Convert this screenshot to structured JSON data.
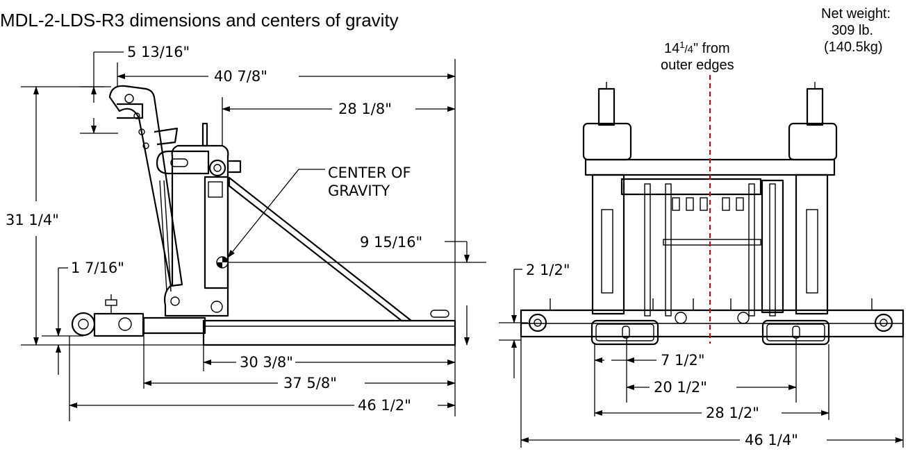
{
  "title": "MDL-2-LDS-R3 dimensions and centers of gravity",
  "net_weight": {
    "line1": "Net weight:",
    "line2": "309 lb.",
    "line3": "(140.5kg)"
  },
  "cg_note": {
    "main": "14",
    "sup": "1",
    "sub": "/4",
    "rest": "\" from",
    "line2": "outer edges"
  },
  "cg_label": {
    "line1": "CENTER OF",
    "line2": "GRAVITY"
  },
  "side_dims": {
    "d_5_13_16": "5 13/16\"",
    "d_40_7_8": "40 7/8\"",
    "d_28_1_8": "28 1/8\"",
    "d_31_1_4": "31 1/4\"",
    "d_9_15_16": "9 15/16\"",
    "d_1_7_16": "1 7/16\"",
    "d_30_3_8": "30 3/8\"",
    "d_37_5_8": "37 5/8\"",
    "d_46_1_2": "46 1/2\""
  },
  "front_dims": {
    "d_2_1_2": "2 1/2\"",
    "d_7_1_2": "7 1/2\"",
    "d_20_1_2": "20 1/2\"",
    "d_28_1_2": "28 1/2\"",
    "d_46_1_4": "46 1/4\""
  },
  "colors": {
    "line": "#000000",
    "cg_dashed": "#e00000",
    "background": "#ffffff"
  }
}
